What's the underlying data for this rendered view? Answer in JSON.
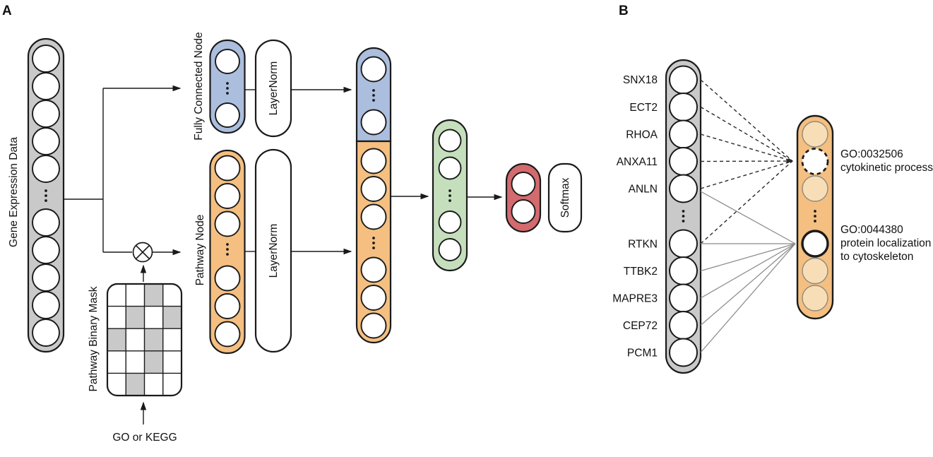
{
  "figure": {
    "panel_a": {
      "label": "A",
      "input": {
        "label": "Gene Expression Data",
        "nodes_visible": 10,
        "has_ellipsis": true
      },
      "fc_node": {
        "label": "Fully Connected Node",
        "nodes_visible": 2,
        "has_ellipsis": true
      },
      "pathway_node": {
        "label": "Pathway Node",
        "nodes_visible": 6,
        "has_ellipsis": true
      },
      "layernorm_top_label": "LayerNorm",
      "layernorm_bottom_label": "LayerNorm",
      "softmax_label": "Softmax",
      "operator": "elementwise-multiply",
      "mask": {
        "label": "Pathway Binary Mask",
        "source_label": "GO or KEGG",
        "rows": 5,
        "cols": 4,
        "pattern": [
          [
            0,
            0,
            1,
            0
          ],
          [
            0,
            1,
            0,
            1
          ],
          [
            1,
            0,
            1,
            0
          ],
          [
            0,
            0,
            1,
            0
          ],
          [
            0,
            1,
            0,
            0
          ]
        ]
      },
      "concat_node": {
        "blue_nodes_visible": 2,
        "orange_nodes_visible": 6
      },
      "hidden_node": {
        "nodes_visible": 4,
        "has_ellipsis": true
      },
      "output_node": {
        "nodes_visible": 2
      }
    },
    "panel_b": {
      "label": "B",
      "genes": [
        "SNX18",
        "ECT2",
        "RHOA",
        "ANXA11",
        "ANLN",
        "RTKN",
        "TTBK2",
        "MAPRE3",
        "CEP72",
        "PCM1"
      ],
      "go_terms": [
        {
          "id": "GO:0032506",
          "desc_line1": "cytokinetic process",
          "desc_line2": ""
        },
        {
          "id": "GO:0044380",
          "desc_line1": "protein localization",
          "desc_line2": "to cytoskeleton"
        }
      ],
      "connections": {
        "dashed_to_go0": [
          "SNX18",
          "ECT2",
          "RHOA",
          "ANXA11",
          "ANLN",
          "RTKN"
        ],
        "solid_to_go1": [
          "ANLN",
          "RTKN",
          "TTBK2",
          "MAPRE3",
          "CEP72",
          "PCM1"
        ]
      }
    },
    "colors": {
      "gray": "#c9c9c9",
      "blue": "#abbede",
      "orange": "#f4bf80",
      "orange_light": "#f8deb6",
      "green": "#c5dfbd",
      "red": "#d26a6e",
      "stroke": "#1a1a1a",
      "solid_line": "#8a8a8a",
      "dashed_line": "#2a2a2a"
    }
  }
}
